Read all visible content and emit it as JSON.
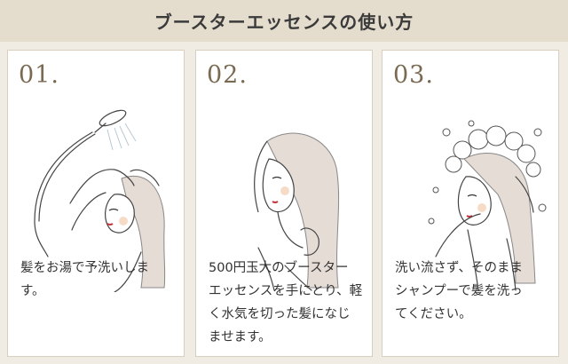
{
  "header": {
    "title": "ブースターエッセンスの使い方"
  },
  "steps": [
    {
      "number": "01.",
      "text": "髪をお湯で予洗いしま\nす。"
    },
    {
      "number": "02.",
      "text": "500円玉大のブースター\nエッセンスを手にとり、軽\nく水気を切った髪になじ\nませます。"
    },
    {
      "number": "03.",
      "text": "洗い流さず、そのまま\nシャンプーで髪を洗っ\nてください。"
    }
  ],
  "colors": {
    "header_bg": "#e4dccd",
    "page_bg": "#f0ebe3",
    "step_number": "#7a6a52",
    "hair_tint": "#e6dcd6",
    "lips": "#c8323a"
  },
  "illustrations": [
    "woman-rinsing-hair-with-shower",
    "woman-applying-essence-to-hair",
    "woman-shampooing-hair"
  ]
}
